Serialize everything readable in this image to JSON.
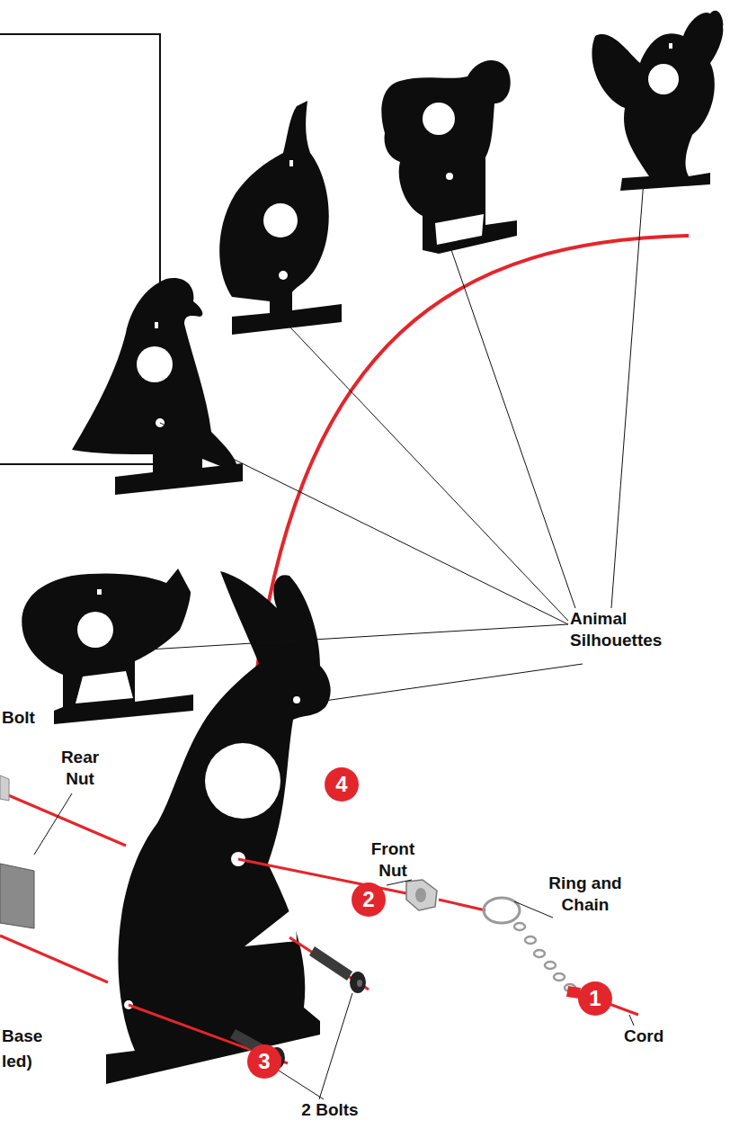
{
  "diagram": {
    "labels": [
      "Animal Silhouettes",
      "Bolt",
      "Rear Nut",
      "4",
      "Front Nut",
      "2",
      "Ring and Chain",
      "1",
      "Cord",
      "Base",
      "led)",
      "3",
      "2 Bolts"
    ]
  }
}
